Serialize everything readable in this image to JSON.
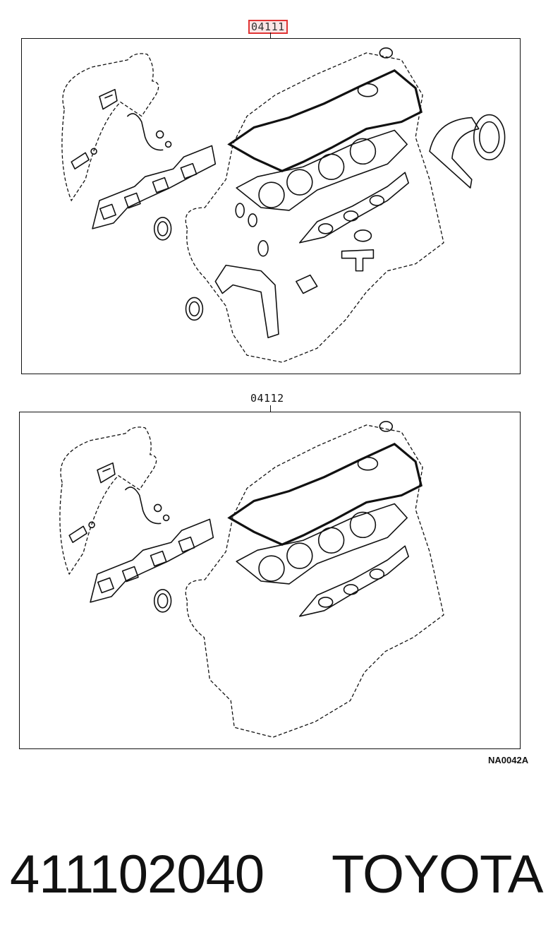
{
  "diagram": {
    "callouts": [
      {
        "code": "04111"
      },
      {
        "code": "04112"
      }
    ],
    "diagram_code": "NA0042A"
  },
  "product": {
    "part_number": "411102040",
    "brand": "TOYOTA"
  },
  "colors": {
    "highlight_border": "#e03434",
    "line": "#111111",
    "background": "#ffffff"
  }
}
